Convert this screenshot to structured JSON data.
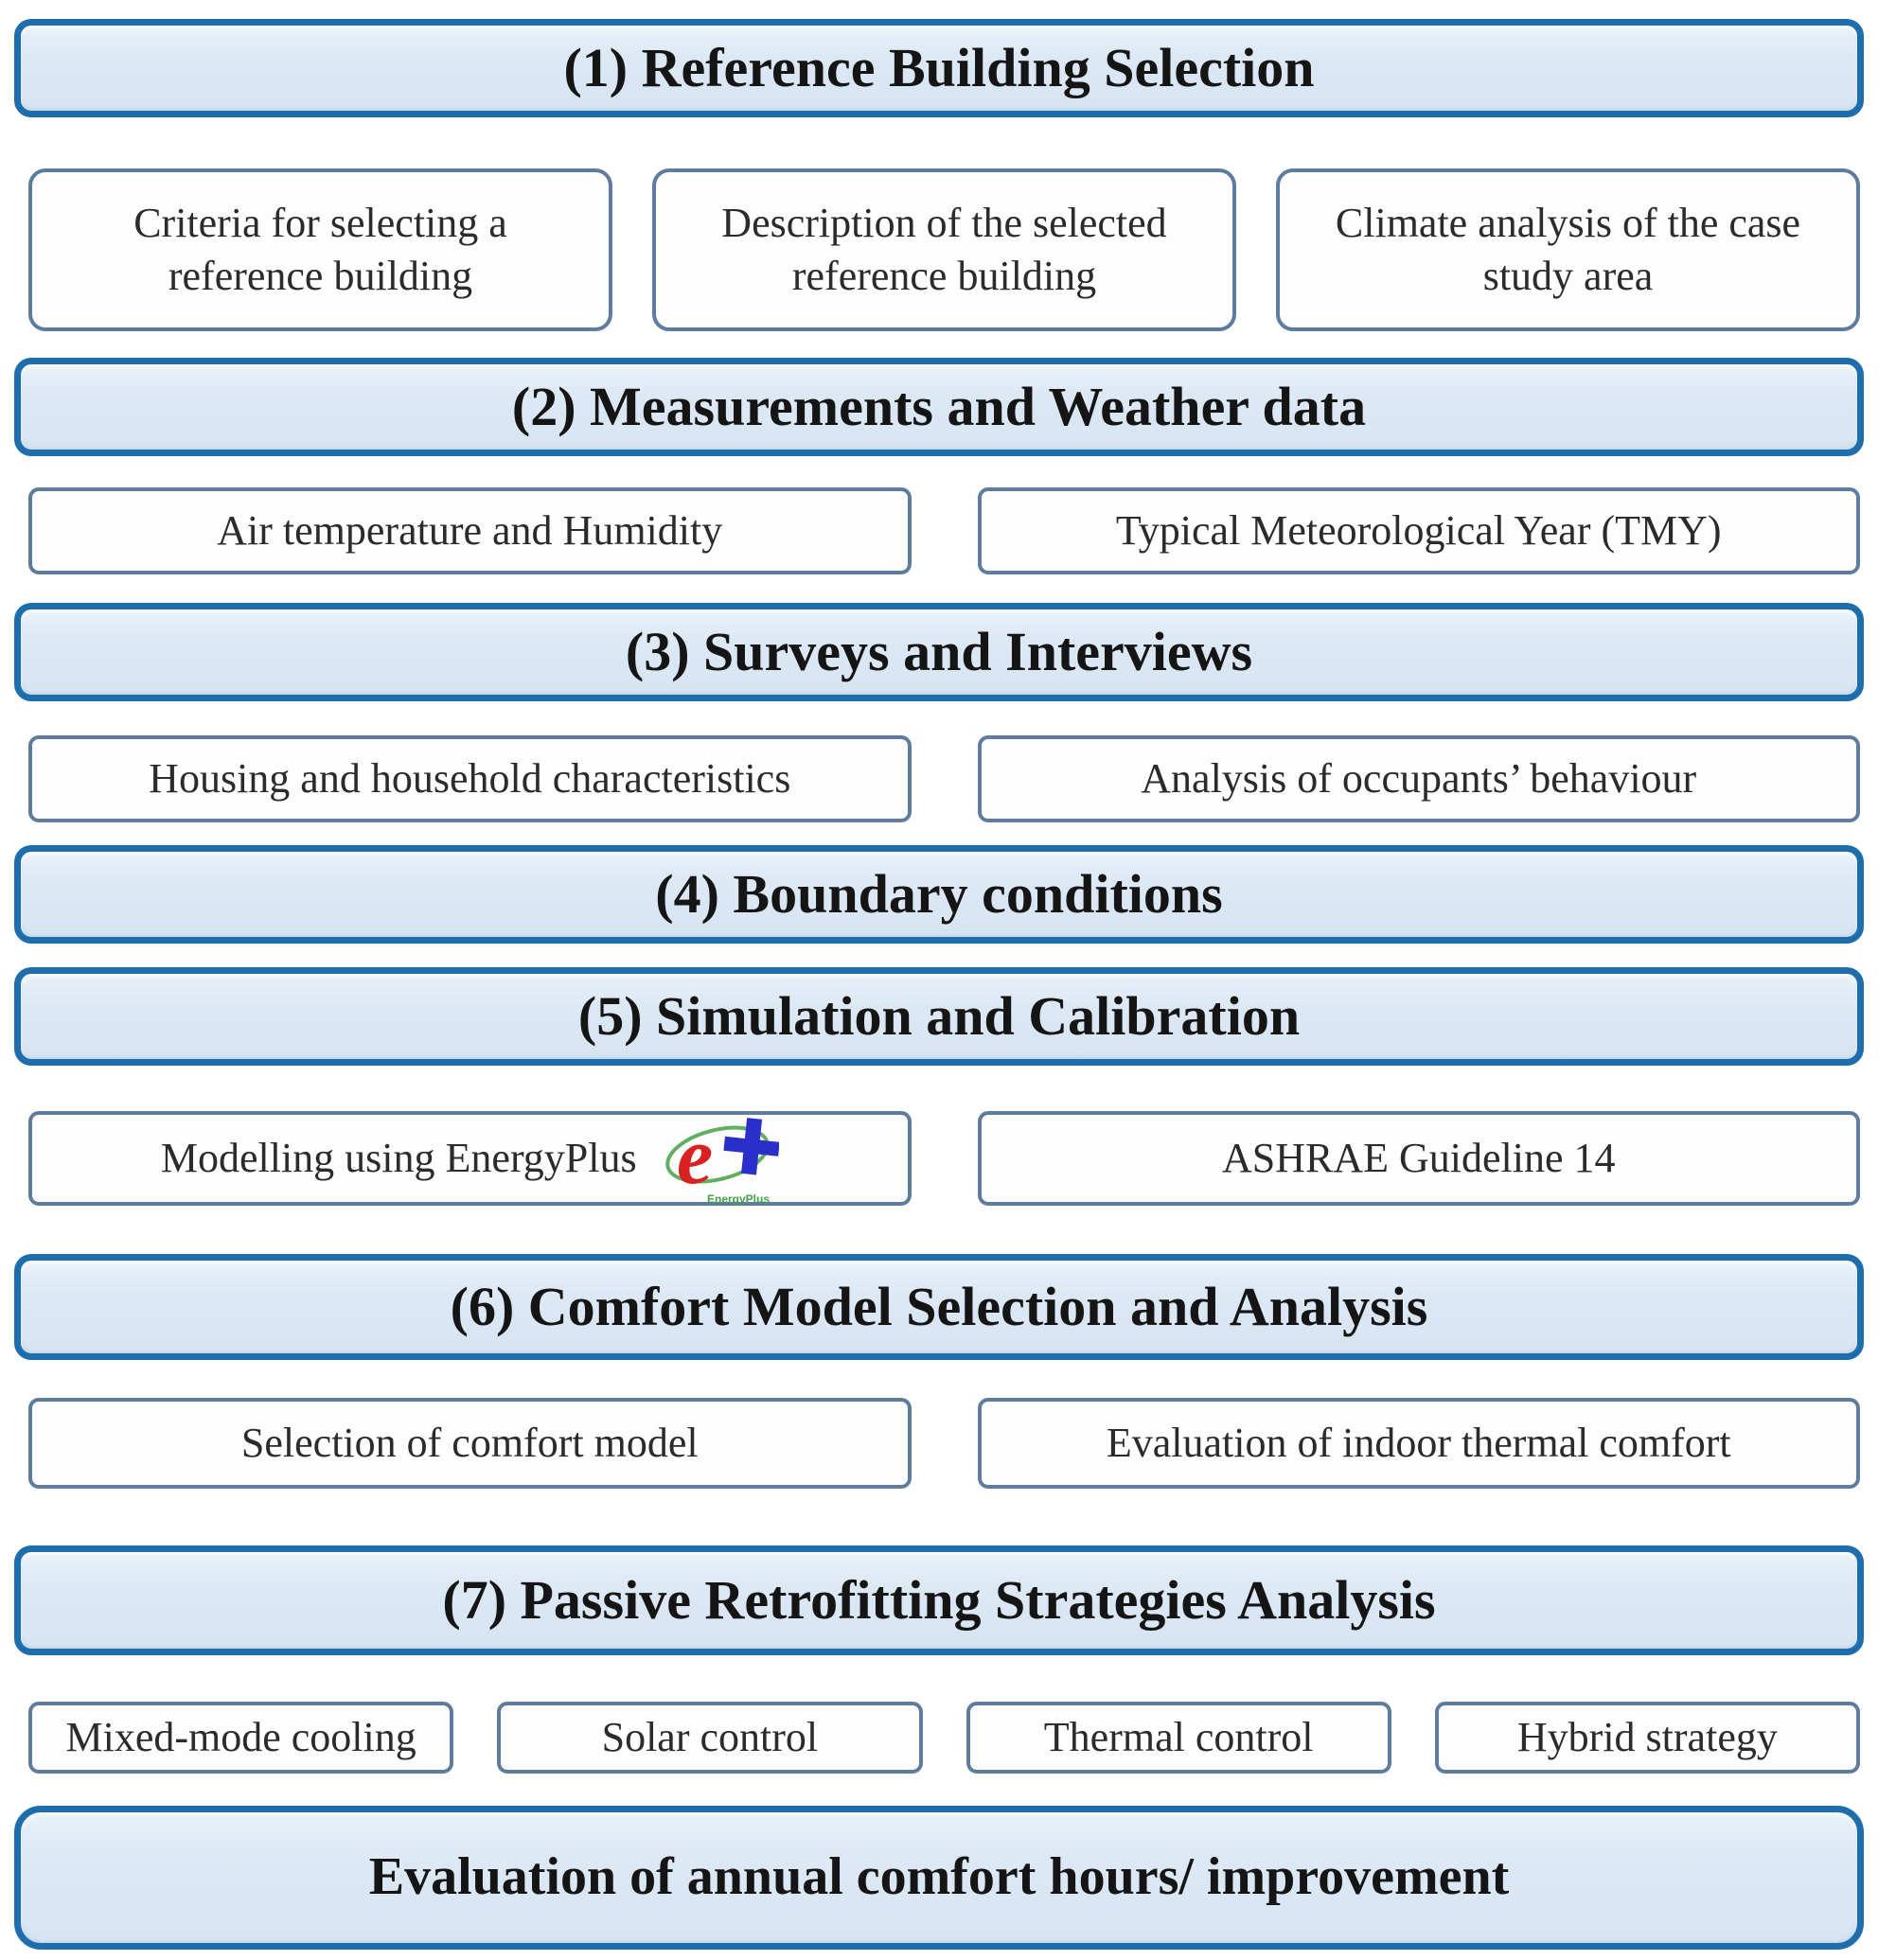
{
  "figure": {
    "kind": "methodology-flowchart"
  },
  "headers": {
    "h1": "(1) Reference Building Selection",
    "h2": "(2) Measurements and Weather data",
    "h3": "(3) Surveys and Interviews",
    "h4": "(4) Boundary conditions",
    "h5": "(5) Simulation and Calibration",
    "h6": "(6) Comfort Model Selection and Analysis",
    "h7": "(7) Passive Retrofitting Strategies Analysis",
    "final": "Evaluation of annual comfort hours/ improvement"
  },
  "boxes": {
    "row1": [
      "Criteria for selecting a reference building",
      "Description of the selected reference building",
      "Climate analysis of the case study area"
    ],
    "row2": [
      "Air temperature and Humidity",
      "Typical Meteorological Year (TMY)"
    ],
    "row3": [
      "Housing and household characteristics",
      "Analysis of occupants’ behaviour"
    ],
    "row5": [
      "Modelling using EnergyPlus",
      "ASHRAE Guideline 14"
    ],
    "row6": [
      "Selection of comfort model",
      "Evaluation of indoor thermal comfort"
    ],
    "row7": [
      "Mixed-mode cooling",
      "Solar control",
      "Thermal control",
      "Hybrid strategy"
    ]
  },
  "logo": {
    "e_glyph": "e",
    "caption": "EnergyPlus"
  },
  "colors": {
    "header_border": "#1e6eae",
    "header_fill": "#dce8f4",
    "box_border": "#5d7c9e",
    "box_fill": "#fdfdfe",
    "text": "#1d1d1d",
    "logo_red": "#d92121",
    "logo_blue": "#2b2fc9",
    "logo_green": "#47a047"
  }
}
